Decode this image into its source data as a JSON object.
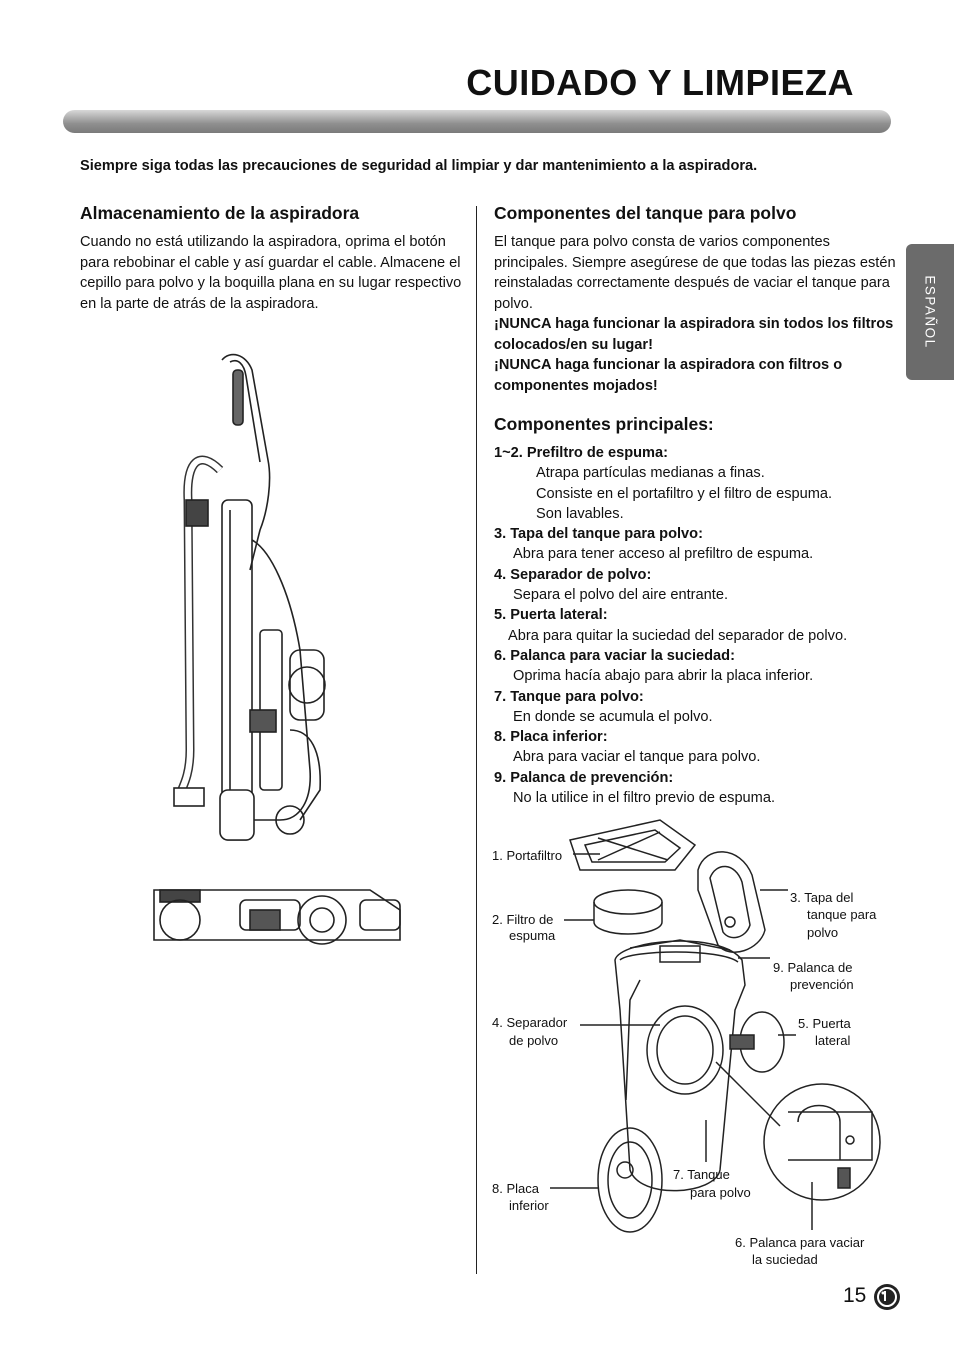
{
  "header": {
    "title": "CUIDADO Y LIMPIEZA"
  },
  "intro": "Siempre siga todas las precauciones de seguridad al limpiar y dar mantenimiento a la aspiradora.",
  "side_tab": "ESPAÑOL",
  "left": {
    "heading": "Almacenamiento de la aspiradora",
    "body": "Cuando no está utilizando la aspiradora, oprima el botón para rebobinar el cable y así guardar el cable. Almacene el cepillo para polvo y la boquilla plana en su lugar respectivo en la parte de atrás de la aspiradora."
  },
  "right": {
    "heading": "Componentes del tanque para polvo",
    "body": "El tanque para polvo consta de varios componentes principales. Siempre asegúrese de que todas las piezas estén reinstaladas correctamente después de vaciar el tanque para polvo.",
    "warning1": "¡NUNCA haga funcionar la aspiradora sin todos los filtros colocados/en su lugar!",
    "warning2": "¡NUNCA haga funcionar la aspiradora con filtros o componentes mojados!",
    "subheading": "Componentes principales:",
    "components": {
      "c1_title": "1~2. Prefiltro de espuma:",
      "c1_l1": "Atrapa partículas medianas a finas.",
      "c1_l2": "Consiste en el portafiltro y el filtro de espuma.",
      "c1_l3": "Son lavables.",
      "c3_title": "3. Tapa del tanque para polvo:",
      "c3_desc": "Abra para tener acceso al prefiltro de espuma.",
      "c4_title": "4. Separador de polvo:",
      "c4_desc": "Separa el polvo del aire entrante.",
      "c5_title": "5. Puerta lateral:",
      "c5_desc": "Abra para quitar la suciedad del separador de polvo.",
      "c6_title": "6. Palanca para vaciar la suciedad:",
      "c6_desc": "Oprima hacía abajo para abrir la placa inferior.",
      "c7_title": "7. Tanque para polvo:",
      "c7_desc": "En donde se acumula el polvo.",
      "c8_title": "8. Placa inferior:",
      "c8_desc": "Abra para vaciar el tanque para polvo.",
      "c9_title": "9. Palanca de prevención:",
      "c9_desc": "No la utilice in el filtro previo de espuma."
    }
  },
  "diagram_labels": {
    "l1": "1. Portafiltro",
    "l2a": "2. Filtro de",
    "l2b": "espuma",
    "l3a": "3. Tapa del",
    "l3b": "tanque para",
    "l3c": "polvo",
    "l9a": "9. Palanca de",
    "l9b": "prevención",
    "l4a": "4. Separador",
    "l4b": "de polvo",
    "l5a": "5. Puerta",
    "l5b": "lateral",
    "l7a": "7. Tanque",
    "l7b": "para polvo",
    "l8a": "8. Placa",
    "l8b": "inferior",
    "l6a": "6. Palanca para vaciar",
    "l6b": "la suciedad"
  },
  "footer": {
    "page_number": "15",
    "logo": "lg-logo"
  }
}
